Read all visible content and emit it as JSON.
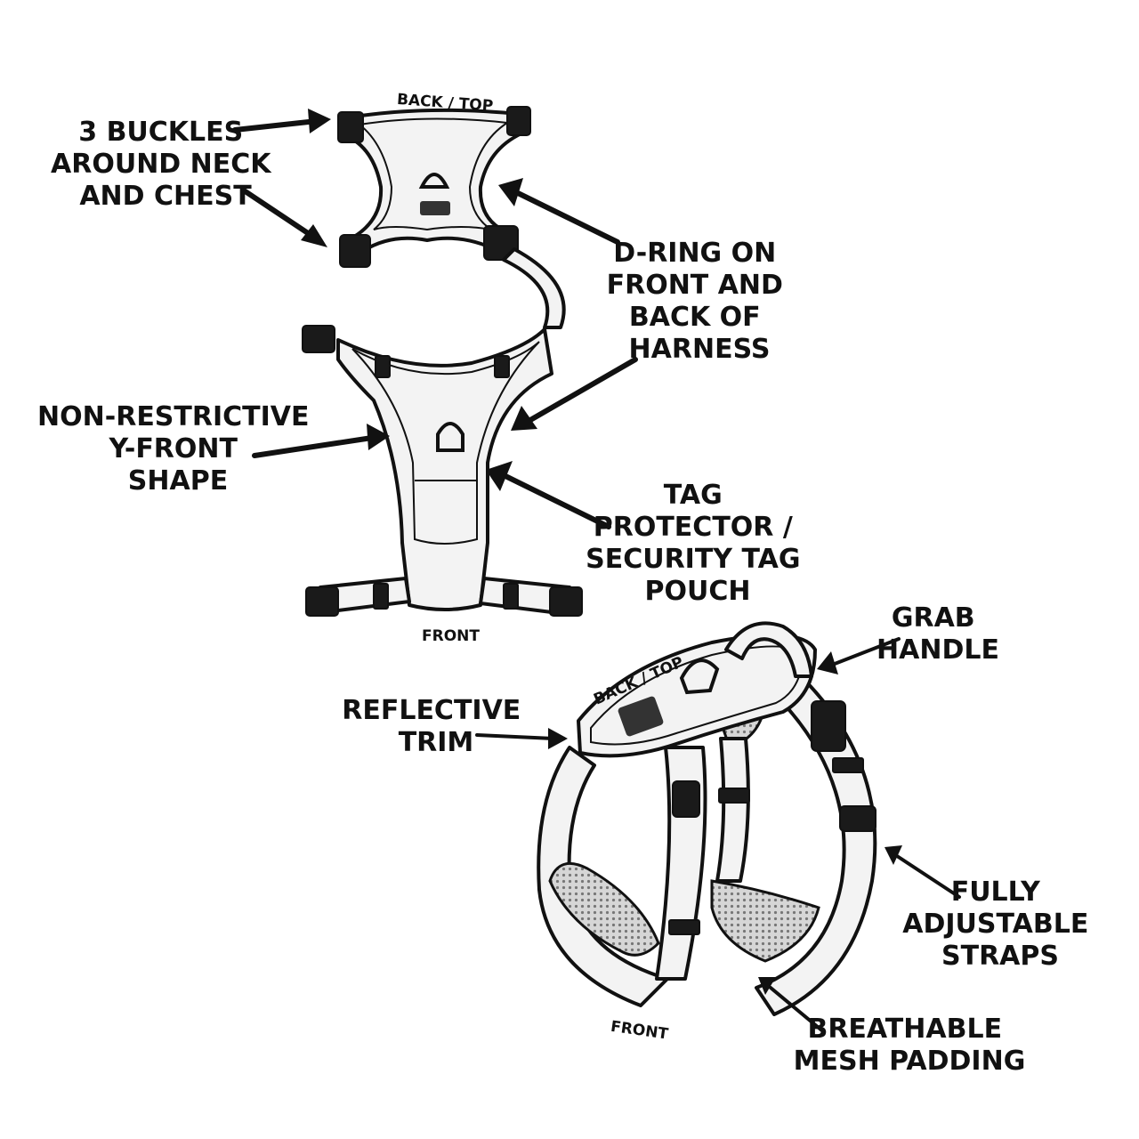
{
  "top_harness": {
    "back_top_label": "BACK / TOP",
    "front_label": "FRONT"
  },
  "side_harness": {
    "back_top_label": "BACK / TOP",
    "front_label": "FRONT"
  },
  "callouts": {
    "buckles": [
      "3 BUCKLES",
      "AROUND NECK",
      "AND CHEST"
    ],
    "d_ring": [
      "D-RING ON",
      "FRONT AND",
      "BACK OF",
      "HARNESS"
    ],
    "y_front": [
      "NON-RESTRICTIVE",
      "Y-FRONT",
      "SHAPE"
    ],
    "tag_pouch": [
      "TAG",
      "PROTECTOR /",
      "SECURITY TAG",
      "POUCH"
    ],
    "grab_handle": [
      "GRAB",
      "HANDLE"
    ],
    "reflective": [
      "REFLECTIVE",
      "TRIM"
    ],
    "adjustable": [
      "FULLY",
      "ADJUSTABLE",
      "STRAPS"
    ],
    "mesh": [
      "BREATHABLE",
      "MESH PADDING"
    ]
  },
  "colors": {
    "ink": "#111111",
    "fill": "#f3f3f3",
    "background": "#ffffff"
  }
}
